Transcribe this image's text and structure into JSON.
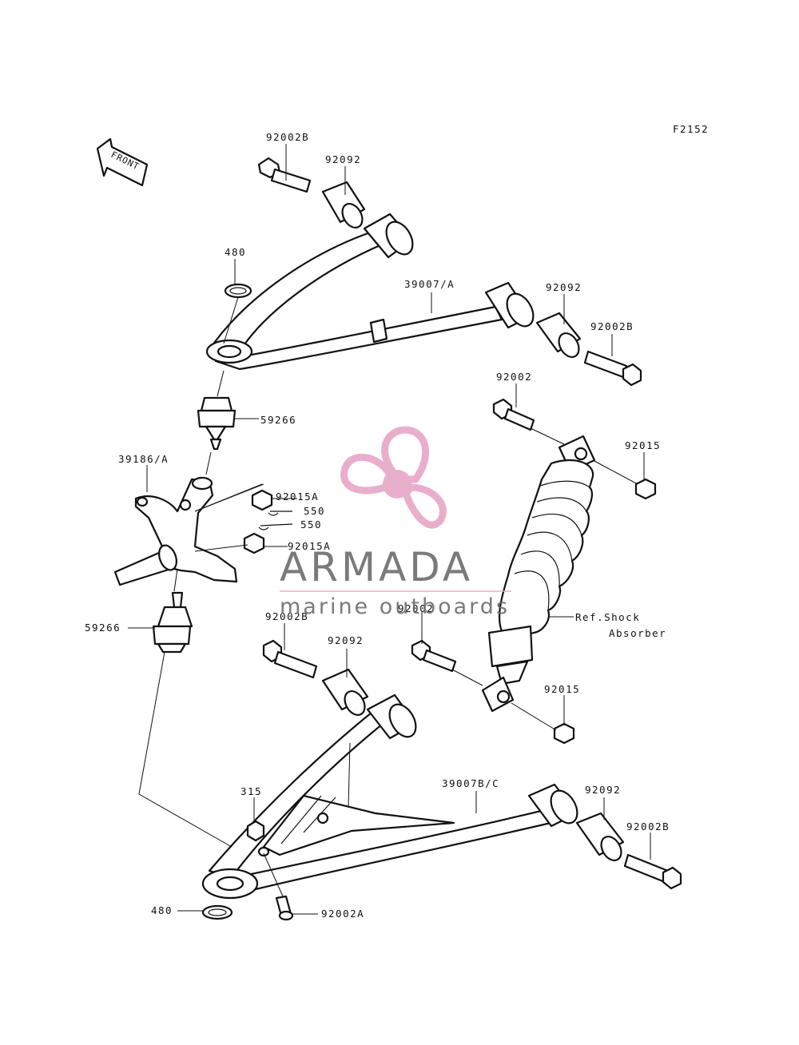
{
  "figure_code": "F2152",
  "front_label": "FRONT",
  "labels": {
    "upper_arm_bolt_front": "92002B",
    "upper_bushing_front": "92092",
    "upper_circlip": "480",
    "upper_arm": "39007/A",
    "upper_bushing_rear": "92092",
    "upper_arm_bolt_rear": "92002B",
    "upper_ball_joint": "59266",
    "knuckle": "39186/A",
    "shock_upper_bolt": "92002",
    "shock_upper_nut": "92015",
    "knuckle_nut_upper": "92015A",
    "cotter_pin_upper": "550",
    "cotter_pin_lower": "550",
    "knuckle_nut_lower": "92015A",
    "lower_ball_joint": "59266",
    "lower_arm_bolt_front": "92002B",
    "lower_bushing_front": "92092",
    "shock_lower_bolt": "92002",
    "shock_ref_line1": "Ref.Shock",
    "shock_ref_line2": "Absorber",
    "shock_lower_nut": "92015",
    "lower_arm": "39007B/C",
    "lower_bushing_rear": "92092",
    "lower_arm_bolt_rear": "92002B",
    "lower_nut": "315",
    "lower_circlip": "480",
    "lower_bolt": "92002A"
  },
  "watermark": {
    "brand": "ARMADA",
    "tagline": "marine outboards",
    "color_pink": "#e8a6c8",
    "color_text": "#6c6c6c"
  }
}
